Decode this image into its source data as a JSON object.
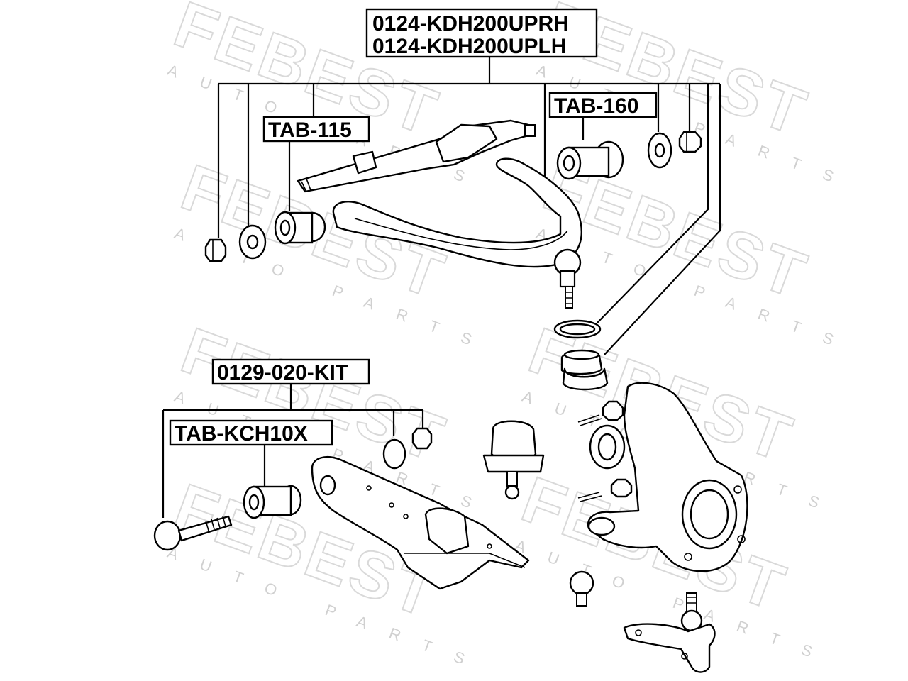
{
  "watermark": {
    "brand": "FEBEST",
    "sub": "AUTO PARTS"
  },
  "labels": {
    "upper_arm_rh": "0124-KDH200UPRH",
    "upper_arm_lh": "0124-KDH200UPLH",
    "tab115": "TAB-115",
    "tab160": "TAB-160",
    "kit": "0129-020-KIT",
    "tabkch": "TAB-KCH10X"
  }
}
